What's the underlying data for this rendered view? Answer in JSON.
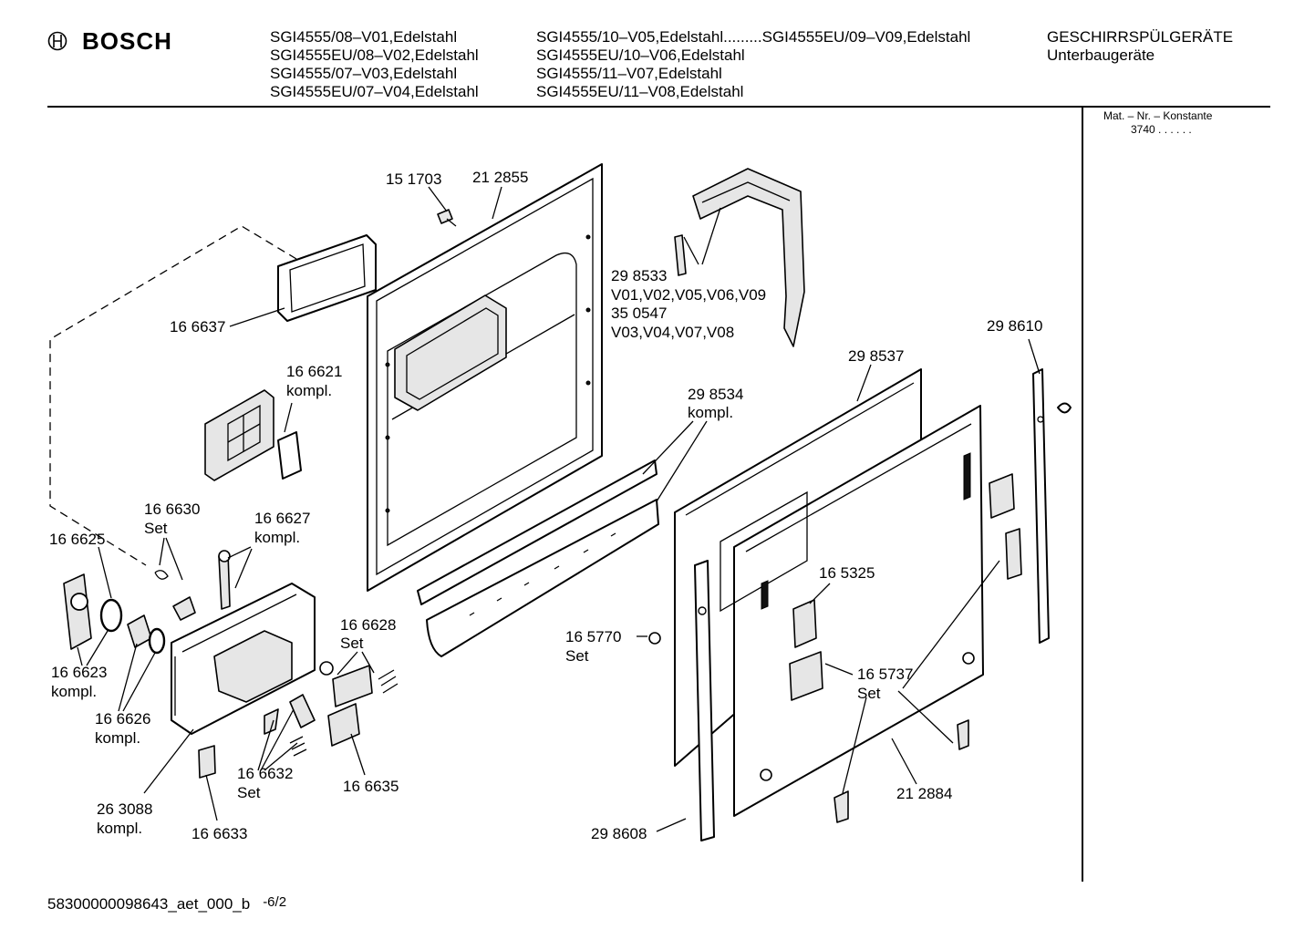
{
  "brand": {
    "name": "BOSCH",
    "logo_icon": "bosch-armature-icon"
  },
  "header": {
    "col1": [
      "SGI4555/08–V01,Edelstahl",
      "SGI4555EU/08–V02,Edelstahl",
      "SGI4555/07–V03,Edelstahl",
      "SGI4555EU/07–V04,Edelstahl"
    ],
    "col2": [
      "SGI4555/10–V05,Edelstahl.........SGI4555EU/09–V09,Edelstahl",
      "SGI4555EU/10–V06,Edelstahl",
      "SGI4555/11–V07,Edelstahl",
      "SGI4555EU/11–V08,Edelstahl"
    ],
    "category": [
      "GESCHIRRSPÜLGERÄTE",
      "Unterbaugeräte"
    ]
  },
  "mat_info": {
    "label": "Mat. – Nr. – Konstante",
    "value": "3740 .  .  .  .  .  ."
  },
  "footer": {
    "doc_id": "58300000098643_aet_000_b",
    "sheet": "-6/2"
  },
  "part_labels": {
    "p151703": "15 1703",
    "p212855": "21 2855",
    "p298533": "29 8533",
    "v_a": "V01,V02,V05,V06,V09",
    "p350547": "35 0547",
    "v_b": "V03,V04,V07,V08",
    "p166637": "16 6637",
    "p166621": "16 6621",
    "kompl1": "kompl.",
    "p298610": "29 8610",
    "p298537": "29 8537",
    "p298534": "29 8534",
    "kompl2": "kompl.",
    "p166630": "16 6630",
    "set1": "Set",
    "p166627": "16 6627",
    "kompl3": "kompl.",
    "p166625": "16 6625",
    "p166628": "16 6628",
    "set2": "Set",
    "p165325": "16 5325",
    "p165770": "16 5770",
    "set3": "Set",
    "p165737": "16 5737",
    "set4": "Set",
    "p166623": "16 6623",
    "kompl4": "kompl.",
    "p166626": "16 6626",
    "kompl5": "kompl.",
    "p166632": "16 6632",
    "set5": "Set",
    "p166635": "16 6635",
    "p212884": "21 2884",
    "p263088": "26 3088",
    "kompl6": "kompl.",
    "p166633": "16 6633",
    "p298608": "29 8608"
  }
}
